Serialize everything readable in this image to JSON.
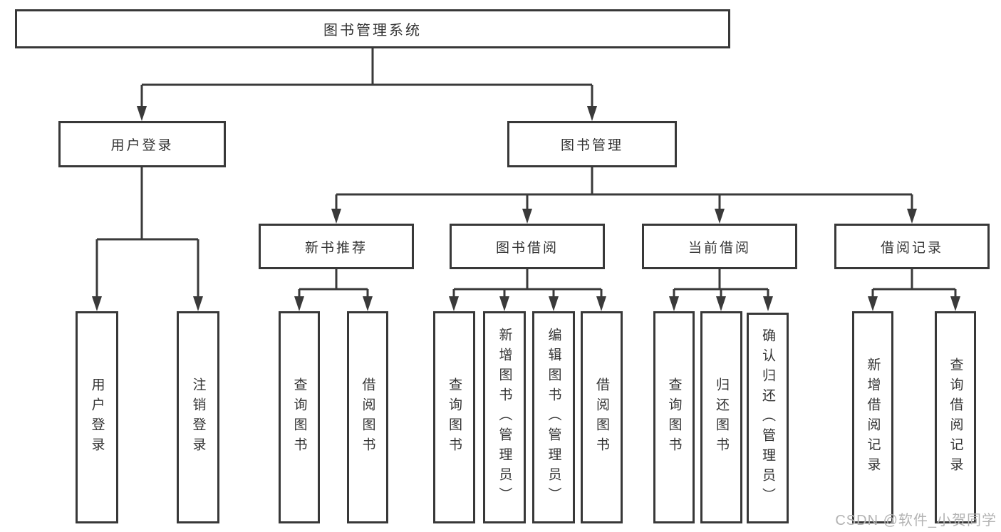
{
  "diagram": {
    "type": "hierarchy-tree",
    "colors": {
      "line": "#3a3a3a",
      "border": "#383838",
      "text": "#333333",
      "watermark": "#b3b3b3",
      "background": "#ffffff"
    },
    "nodes": {
      "root": {
        "label": "图书管理系统"
      },
      "user_login_branch": {
        "label": "用户登录",
        "children": [
          {
            "label": "用户登录"
          },
          {
            "label": "注销登录"
          }
        ]
      },
      "book_mgmt_branch": {
        "label": "图书管理",
        "children": [
          {
            "label": "新书推荐",
            "children": [
              {
                "label": "查询图书"
              },
              {
                "label": "借阅图书"
              }
            ]
          },
          {
            "label": "图书借阅",
            "children": [
              {
                "label": "查询图书"
              },
              {
                "label": "新增图书（管理员）"
              },
              {
                "label": "编辑图书（管理员）"
              },
              {
                "label": "借阅图书"
              }
            ]
          },
          {
            "label": "当前借阅",
            "children": [
              {
                "label": "查询图书"
              },
              {
                "label": "归还图书"
              },
              {
                "label": "确认归还（管理员）"
              }
            ]
          },
          {
            "label": "借阅记录",
            "children": [
              {
                "label": "新增借阅记录"
              },
              {
                "label": "查询借阅记录"
              }
            ]
          }
        ]
      }
    },
    "watermark": "CSDN @软件_小贺同学"
  }
}
